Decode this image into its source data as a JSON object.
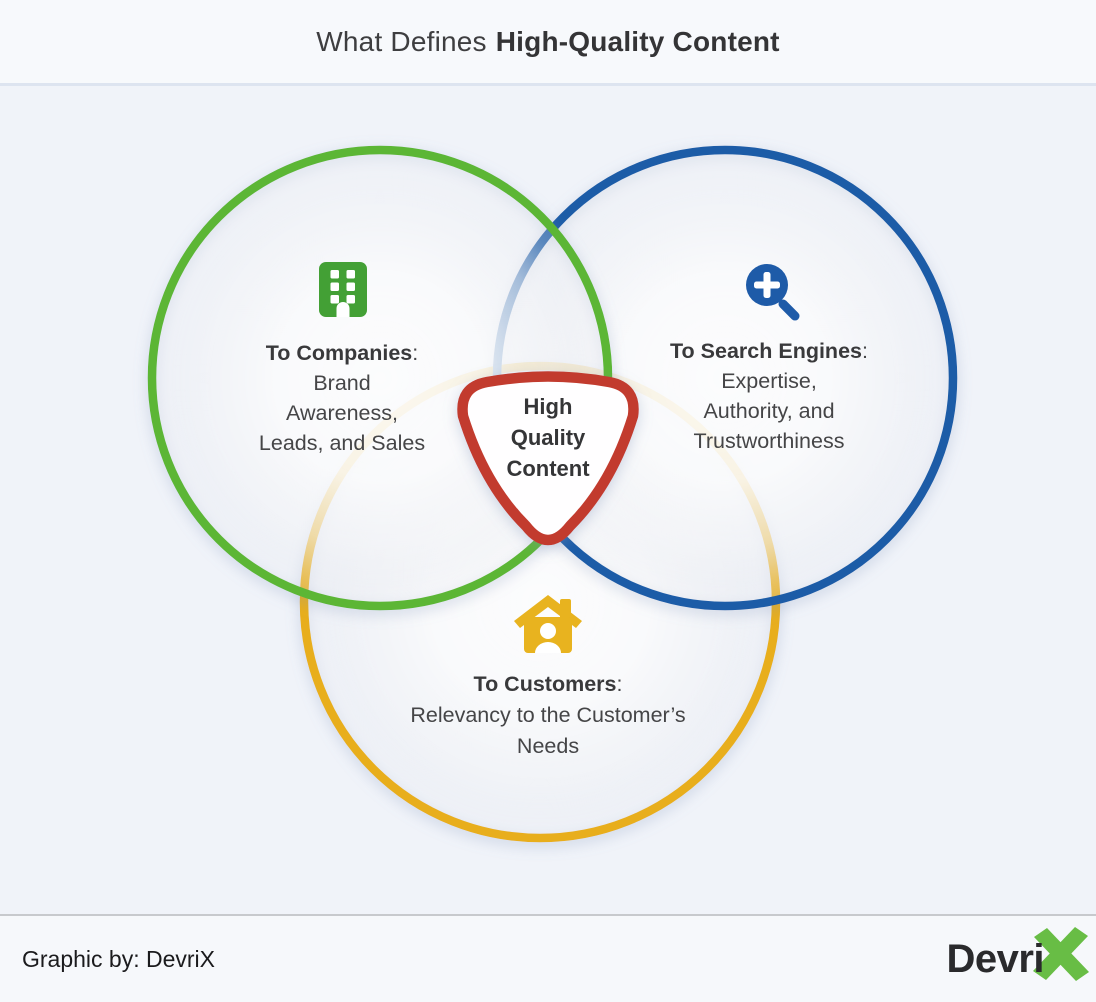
{
  "header": {
    "title_regular": "What Defines",
    "title_bold": "High-Quality Content"
  },
  "venn": {
    "colon": ":",
    "companies": {
      "icon": "building-icon",
      "icon_color": "#43a035",
      "circle_color": "#5cb634",
      "label": "To Companies",
      "lines": [
        "Brand",
        "Awareness,",
        "Leads, and Sales"
      ]
    },
    "search_engines": {
      "icon": "zoom-in-magnifier-icon",
      "icon_color": "#1e5ba8",
      "circle_color": "#1b5ca7",
      "label": "To Search Engines",
      "lines": [
        "Expertise,",
        "Authority, and",
        "Trustworthiness"
      ]
    },
    "customers": {
      "icon": "house-person-icon",
      "icon_color": "#e8b31f",
      "circle_color": "#e8ae1d",
      "label": "To Customers",
      "lines": [
        "Relevancy to the Customer’s",
        "Needs"
      ]
    },
    "center": {
      "badge_color": "#c23b2e",
      "lines": [
        "High",
        "Quality",
        "Content"
      ]
    }
  },
  "footer": {
    "credit": "Graphic by: DevriX",
    "logo_text": "Devri",
    "logo_x": "X",
    "logo_x_color": "#68bd45"
  }
}
